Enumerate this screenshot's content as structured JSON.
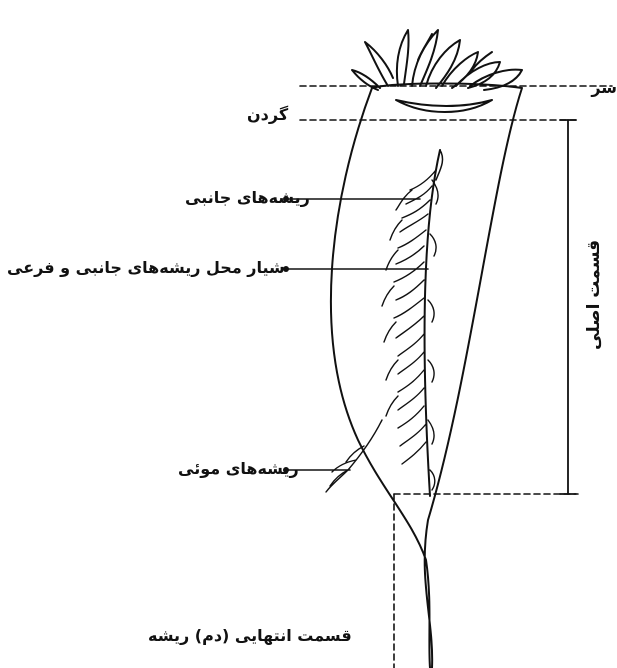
{
  "labels": {
    "head": "سر",
    "neck": "گردن",
    "lateral_roots": "ریشه‌های جانبی",
    "groove": "شیار محل ریشه‌های جانبی و فرعی",
    "hair_roots": "ریشه‌های موئی",
    "tail": "قسمت انتهایی (دم) ریشه",
    "main_part": "قسمت اصلی"
  },
  "colors": {
    "line": "#111111",
    "background": "#ffffff"
  }
}
